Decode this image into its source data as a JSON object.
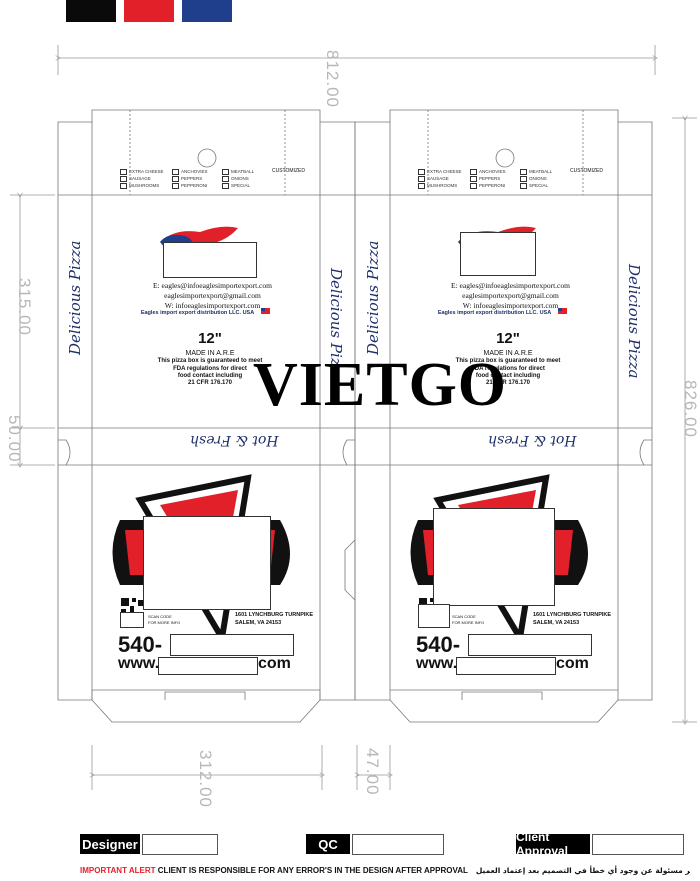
{
  "swatches": [
    {
      "name": "black",
      "color": "#0a0a0a"
    },
    {
      "name": "red",
      "color": "#e2202a"
    },
    {
      "name": "blue",
      "color": "#1f3e8c"
    }
  ],
  "dimensions": {
    "top_width": "812.00",
    "right_height": "826.00",
    "left_upper": "315.00",
    "left_lower": "50.00",
    "bottom_width": "312.00",
    "bottom_small": "47.00"
  },
  "box": {
    "brand_script": "Delicious Pizza",
    "tagline_script": "Hot & Fresh",
    "email": "E: eagles@infoeaglesimportexport.com",
    "email2": "eaglesimportexport@gmail.com",
    "website": "W: infoeaglesimportexport.com",
    "company": "Eagles  import export distribution LLC. USA",
    "size": "12\"",
    "made_in": "MADE IN A.R.E",
    "fda_line1": "This pizza box is guaranteed to meet",
    "fda_line2": "FDA regulations for direct",
    "fda_line3": "food contact including",
    "fda_line4": "21 CFR 176.170",
    "scan_code": "SCAN CODE",
    "for_more_info": "FOR MORE INFO",
    "address1": "1601 LYNCHBURG TURNPIKE",
    "address2": "SALEM, VA 24153",
    "phone_prefix": "540-",
    "www_prefix": "www.",
    "www_suffix": "com",
    "toppings_col1": [
      "EXTRA CHEESE",
      "SAUSAGE",
      "MUSHROOMS"
    ],
    "toppings_col2": [
      "ANCHOVIES",
      "PEPPERS",
      "PEPPERONI"
    ],
    "toppings_col3": [
      "MEATBALL",
      "ONIONS",
      "SPECIAL"
    ],
    "customized": "CUSTOMIZED"
  },
  "watermark": "VIETGO",
  "footer": {
    "designer_label": "Designer",
    "qc_label": "QC",
    "client_approval_label": "Client Approval",
    "alert_arabic": "تنبيه هام الشركة غير مسئولة عن وجود أي خطأ في التصميم بعد إعتماد العميل",
    "alert_prefix": "IMPORTANT ALERT",
    "alert_text": "CLIENT IS RESPONSIBLE FOR ANY ERROR'S IN THE DESIGN AFTER APPROVAL"
  }
}
